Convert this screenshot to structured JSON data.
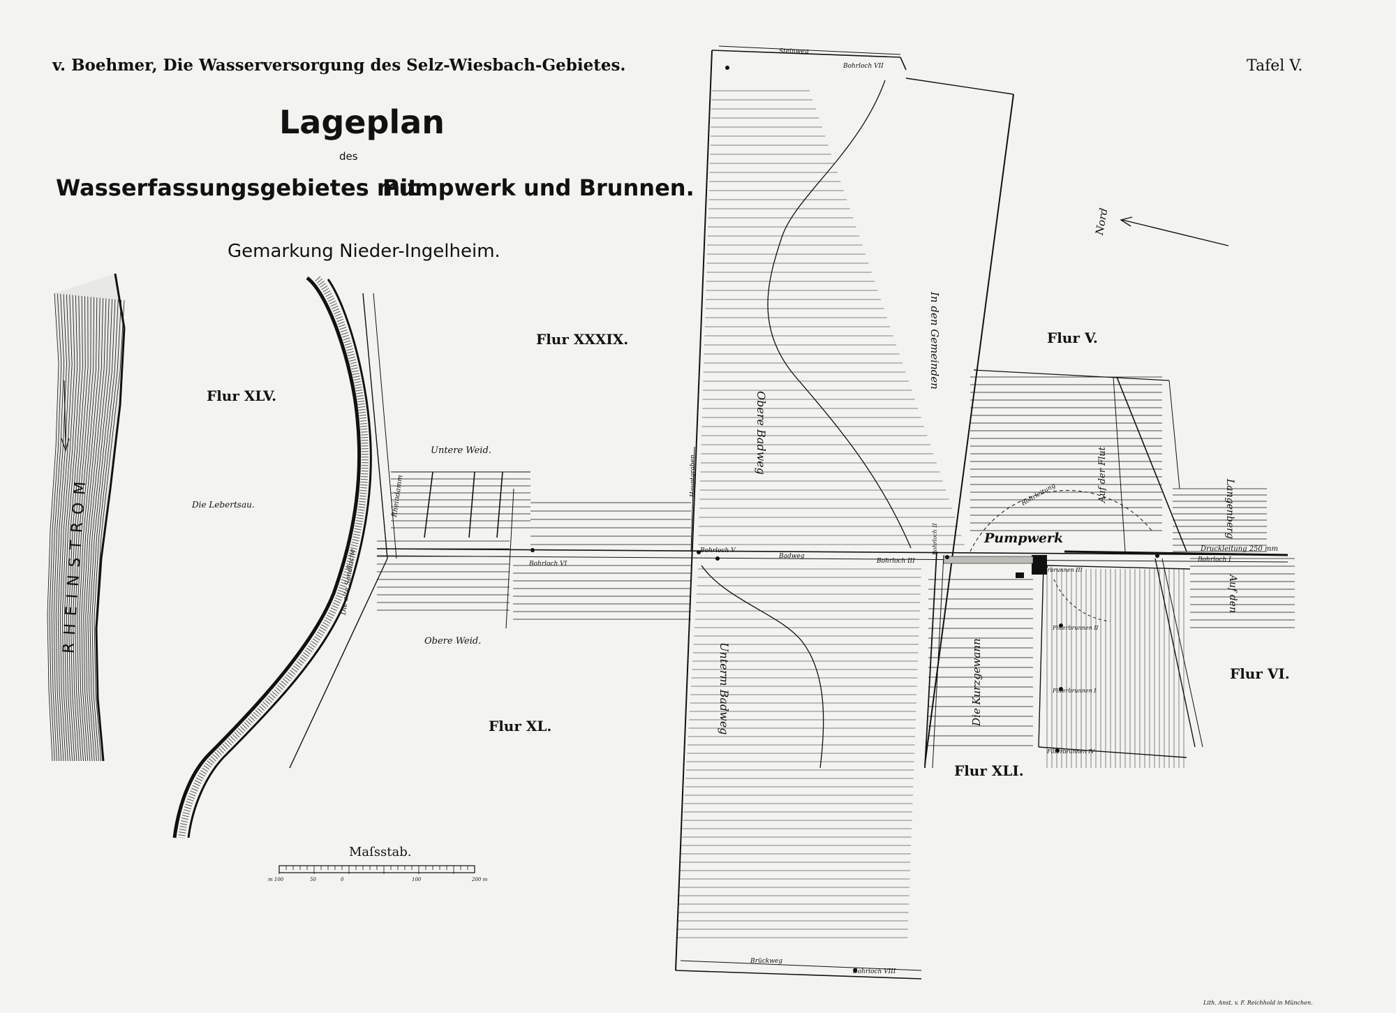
{
  "header": {
    "author_title": "v. Boehmer, Die Wasserversorgung des Selz-Wiesbach-Gebietes.",
    "plate": "Tafel V."
  },
  "title": {
    "line1": "Lageplan",
    "line2": "des",
    "line3a": "Wasserfassungsgebietes mit",
    "line3b": "Pumpwerk und Brunnen.",
    "subtitle": "Gemarkung Nieder-Ingelheim."
  },
  "districts": {
    "flur_xxxix": "Flur XXXIX.",
    "flur_v": "Flur V.",
    "flur_xlv": "Flur XLV.",
    "flur_xl": "Flur XL.",
    "flur_xli": "Flur XLI.",
    "flur_vi": "Flur VI."
  },
  "field_names": {
    "rheinstrom": "RHEINSTROM",
    "lebertsau": "Die Lebertsau.",
    "untere_weid": "Untere Weid.",
    "obere_weid": "Obere Weid.",
    "alte_sandlache": "Die alte Sandlache",
    "rheindamm": "Rheindamm",
    "hauptgraben": "Hauptgraben",
    "obere_badweg": "Obere Badweg",
    "untere_badweg": "Unterm Badweg",
    "gemeinden": "In den Gemeinden",
    "kurzgewann": "Die Kurzgewann",
    "flut": "Auf der Flut",
    "langenberg": "Langenberg",
    "auf_den": "Auf den"
  },
  "ways": {
    "steinweg": "Steinweg",
    "badweg": "Badweg",
    "brueckweg": "Brückweg",
    "druckleitung": "Druckleitung 250 mm"
  },
  "bores": {
    "b7": "Bohrloch VII",
    "b6": "Bohrloch VI",
    "b5": "Bohrloch V",
    "b3": "Bohrloch III",
    "b1": "Bohrloch I",
    "b8": "Bohrloch VIII",
    "b2": "Bohrloch II"
  },
  "plant": {
    "pumpwerk": "Pumpwerk",
    "filter1": "Filterbrunnen I",
    "filter2": "Filterbrunnen II",
    "filter3": "Filterbrunnen III",
    "filter4": "Filterbrunnen IV",
    "arc_label": "Rohrleitung"
  },
  "north": {
    "label": "Nord"
  },
  "scale": {
    "title": "Maſsstab.",
    "ticks": [
      "m 100",
      "50",
      "0",
      "100",
      "200 m"
    ]
  },
  "imprint": "Lith. Anst. v. F. Reichhold in München.",
  "colors": {
    "ink": "#111111",
    "paper": "#f3f3f0"
  }
}
